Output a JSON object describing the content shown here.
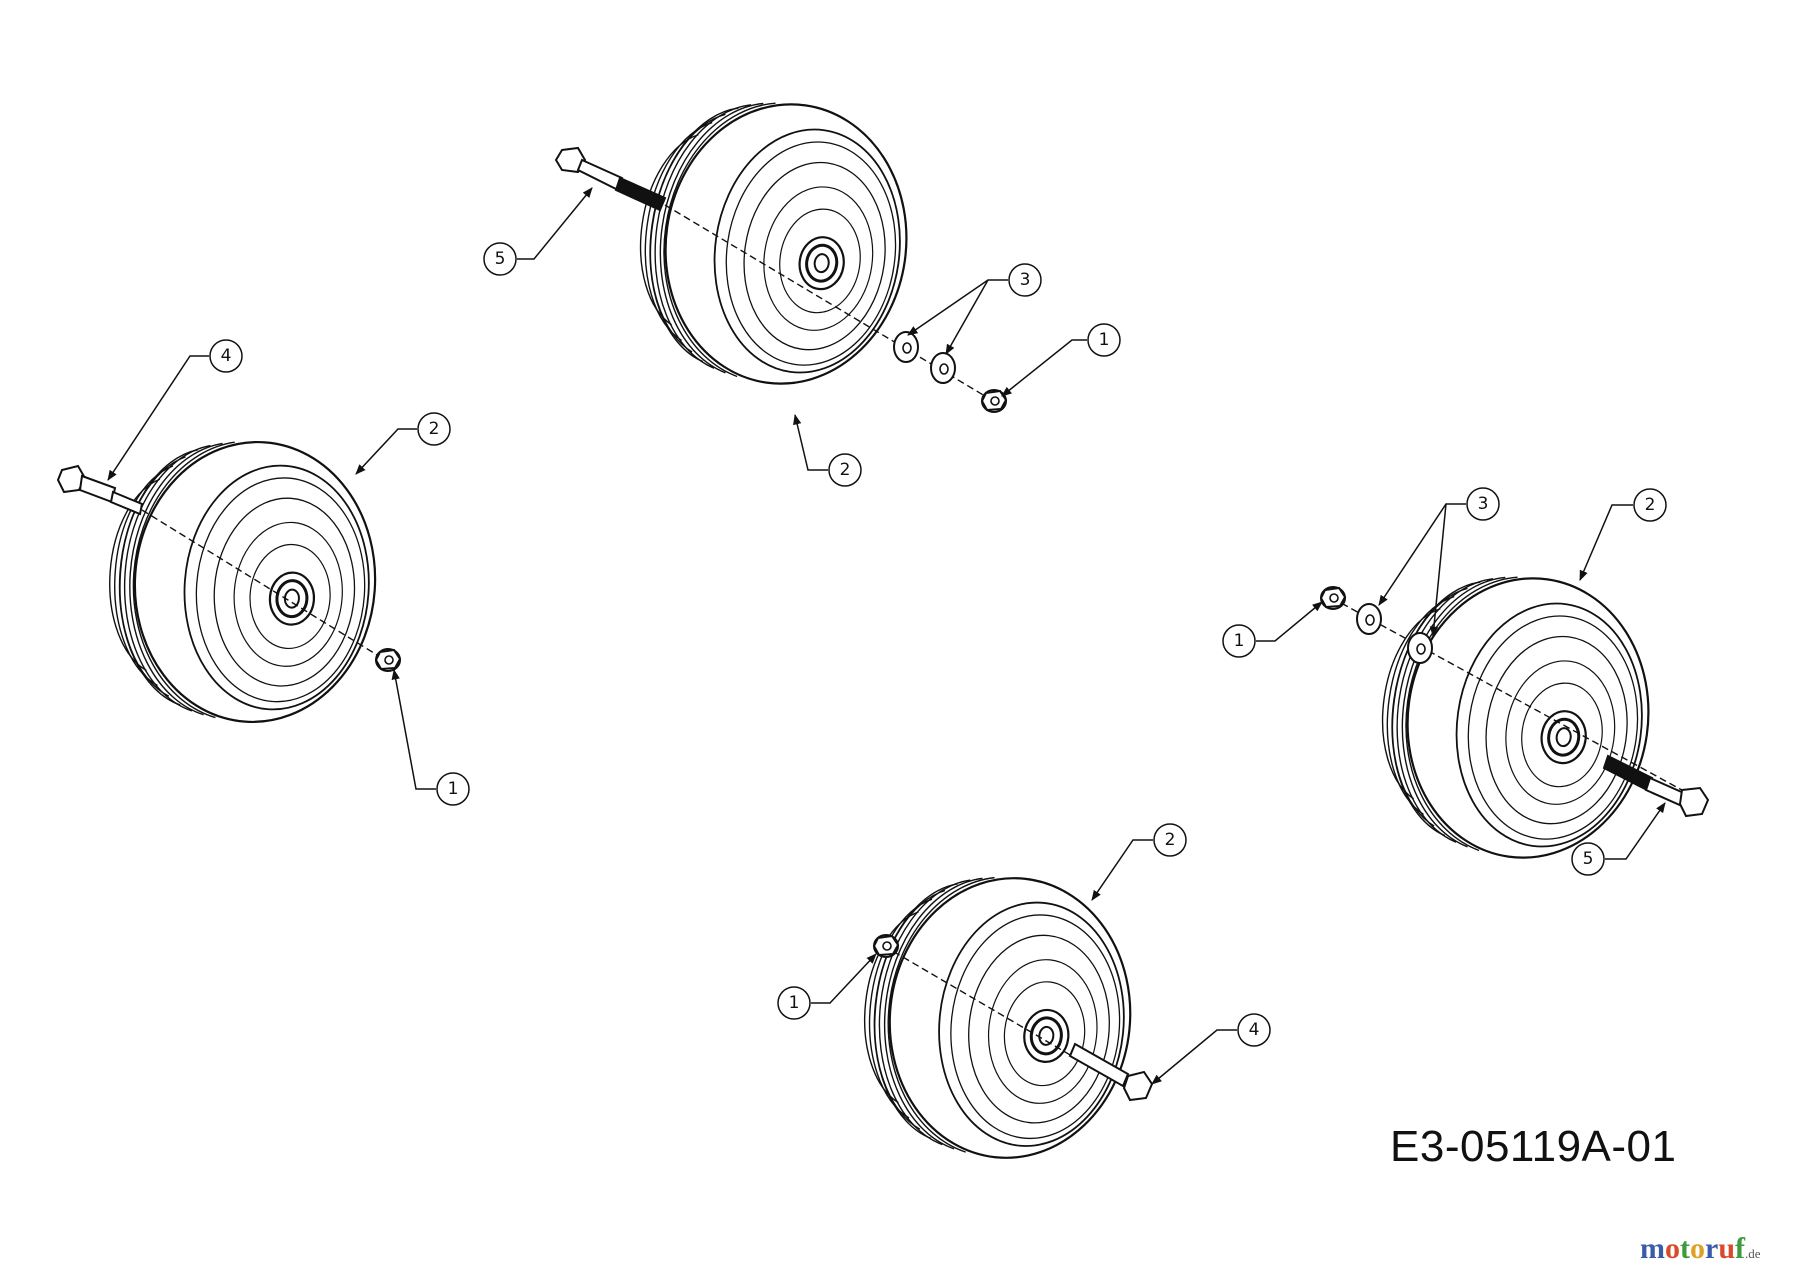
{
  "drawing_number": "E3-05119A-01",
  "watermark": {
    "parts": [
      {
        "text": "m",
        "color": "#3a5ba8"
      },
      {
        "text": "o",
        "color": "#d94a2a"
      },
      {
        "text": "t",
        "color": "#3f9a3f"
      },
      {
        "text": "o",
        "color": "#e0a020"
      },
      {
        "text": "r",
        "color": "#3a5ba8"
      },
      {
        "text": "u",
        "color": "#d94a2a"
      },
      {
        "text": "f",
        "color": "#3f9a3f"
      }
    ],
    "suffix": ".de"
  },
  "callouts": {
    "top_bolt": "5",
    "top_washers": "3",
    "top_nut": "1",
    "top_wheel": "2",
    "left_bolt": "4",
    "left_wheel": "2",
    "left_nut": "1",
    "right_washers": "3",
    "right_wheel": "2",
    "right_nut": "1",
    "right_bolt": "5",
    "bottom_wheel": "2",
    "bottom_nut": "1",
    "bottom_bolt": "4"
  }
}
